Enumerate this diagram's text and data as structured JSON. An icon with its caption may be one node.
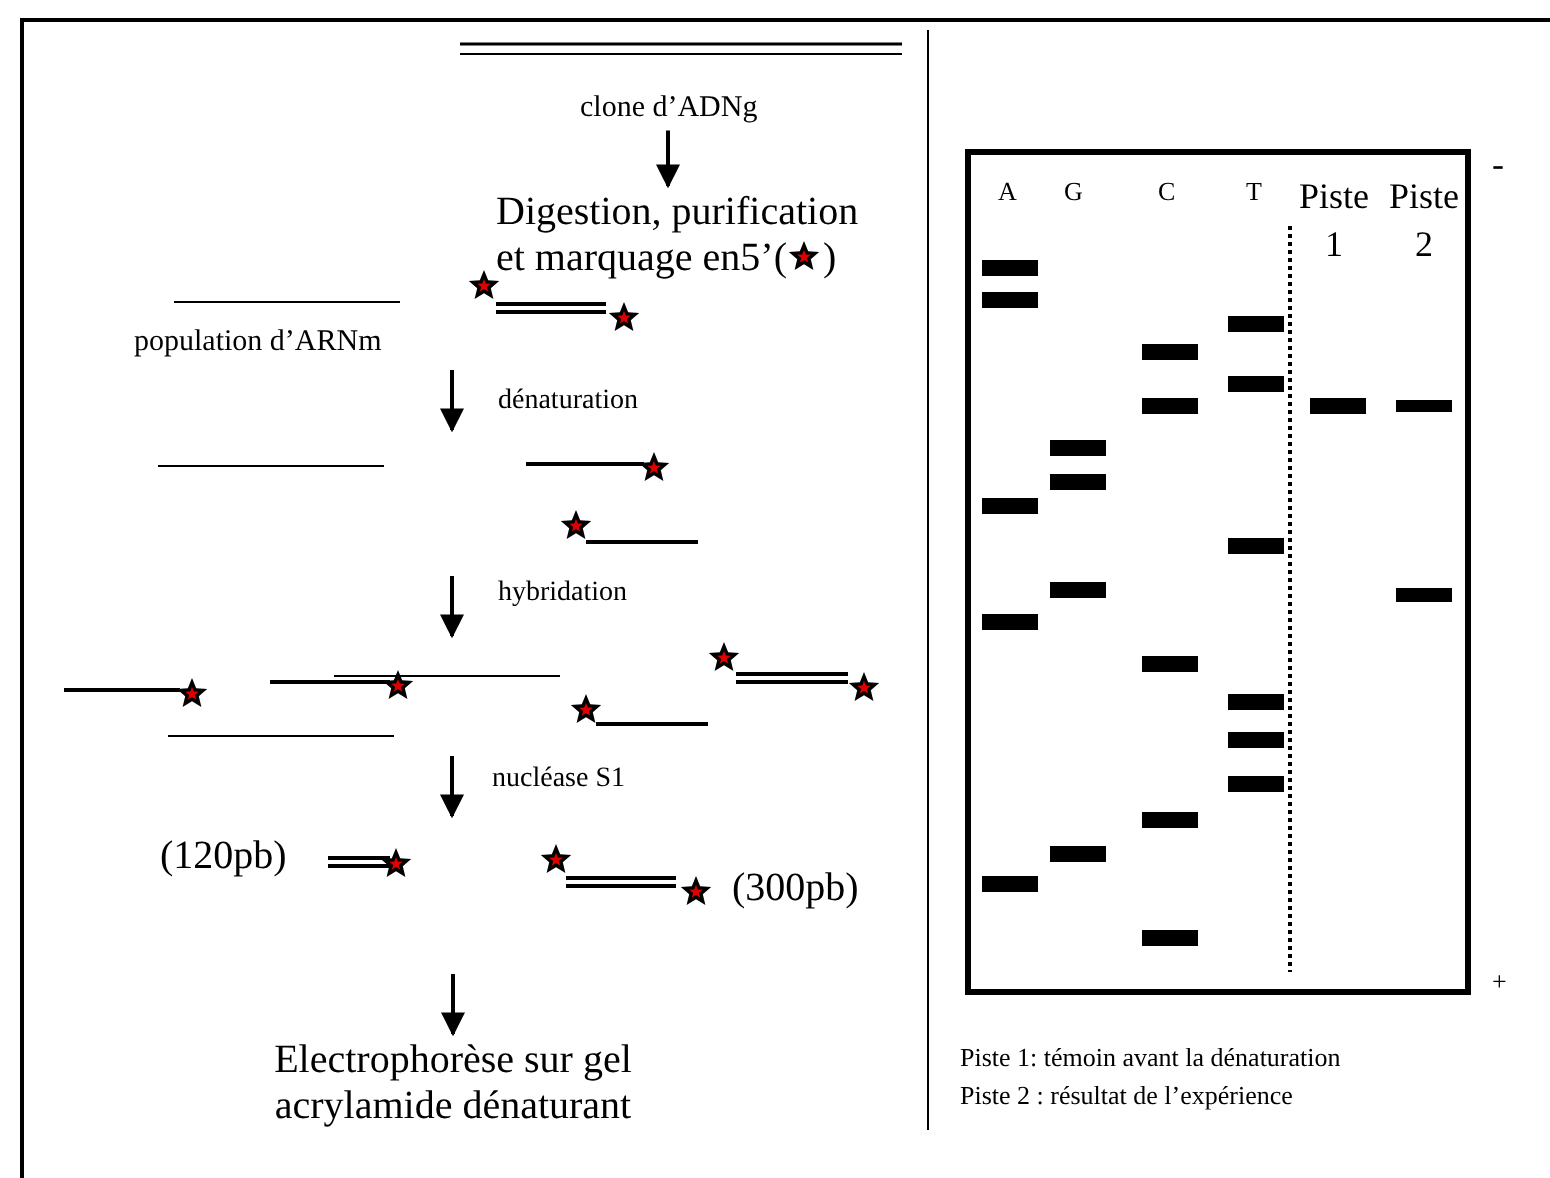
{
  "diagram": {
    "nodes": [
      {
        "text": [
          "clone d’ADNg"
        ]
      },
      {
        "text": [
          "Digestion, purification et marquage en5’(",
          ")"
        ]
      },
      {
        "text": [
          "Electrophorèse sur gel acrylamide dénaturant"
        ]
      }
    ],
    "edges": [
      {
        "from": 0,
        "to": 1,
        "arrow": "to"
      },
      {
        "from": null,
        "to": 2,
        "arrow": "to"
      }
    ],
    "labels": [
      "population d’ARNm",
      "dénaturation",
      "hybridation",
      "nucléase S1",
      "(120pb)",
      "(300pb)",
      "A",
      "G",
      "C",
      "T",
      "Piste 1",
      "Piste 2",
      "-",
      "+",
      "Piste 1: témoin avant la dénaturation",
      "Piste 2 : résultat de l’expérience"
    ]
  }
}
